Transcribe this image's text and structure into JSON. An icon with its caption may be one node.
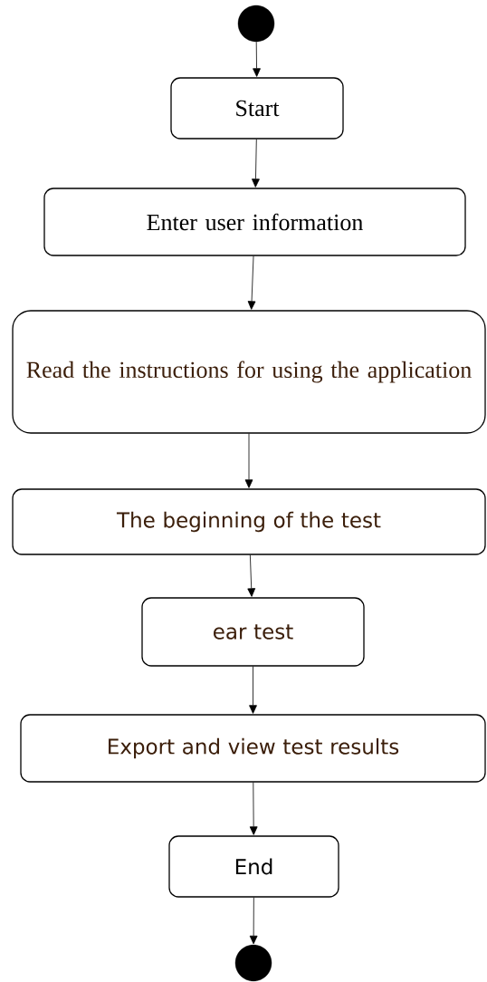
{
  "diagram": {
    "nodes": [
      {
        "text": [],
        "shape": "circle"
      },
      {
        "text": [
          "Start"
        ]
      },
      {
        "text": [
          "Enter user information"
        ]
      },
      {
        "text": [
          "Read the instructions for using the application"
        ]
      },
      {
        "text": [
          "The beginning of the test"
        ]
      },
      {
        "text": [
          "ear test"
        ]
      },
      {
        "text": [
          "Export and view test results"
        ]
      },
      {
        "text": [
          "End"
        ]
      },
      {
        "text": [],
        "shape": "circle"
      }
    ],
    "edges": [
      {
        "from": 0,
        "to": 1,
        "arrow": "to"
      },
      {
        "from": 1,
        "to": 2,
        "arrow": "to"
      },
      {
        "from": 2,
        "to": 3,
        "arrow": "to"
      },
      {
        "from": 3,
        "to": 4,
        "arrow": "to"
      },
      {
        "from": 4,
        "to": 5,
        "arrow": "to"
      },
      {
        "from": 5,
        "to": 6,
        "arrow": "to"
      },
      {
        "from": 6,
        "to": 7,
        "arrow": "to"
      },
      {
        "from": 7,
        "to": 8,
        "arrow": "to"
      }
    ]
  }
}
